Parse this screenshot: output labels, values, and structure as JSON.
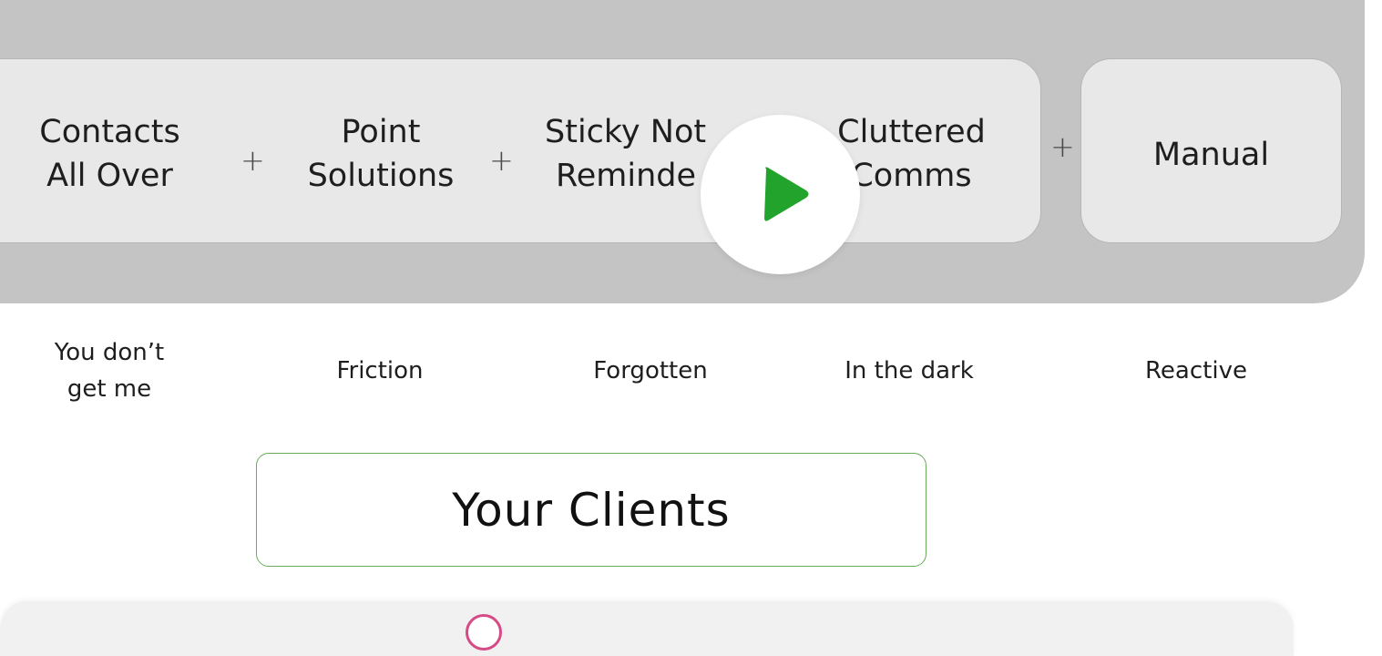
{
  "tools": [
    {
      "line1": "Contacts",
      "line2": "All Over"
    },
    {
      "line1": "Point",
      "line2": "Solutions"
    },
    {
      "line1": "Sticky Not",
      "line2": "Reminde"
    },
    {
      "line1": "Cluttered",
      "line2": "Comms"
    }
  ],
  "manual": "Manual",
  "plus_sign": "+",
  "feelings": {
    "f1_line1": "You don’t",
    "f1_line2": "get me",
    "f2": "Friction",
    "f3": "Forgotten",
    "f4": "In the dark",
    "f5": "Reactive"
  },
  "clients_title": "Your Clients",
  "colors": {
    "band": "#c4c4c4",
    "panel": "#e8e8e8",
    "play_accent": "#22a32b",
    "clients_border": "#6aaa5e",
    "bottom_icon": "#d64a86"
  },
  "icons": {
    "play": "play-icon"
  }
}
